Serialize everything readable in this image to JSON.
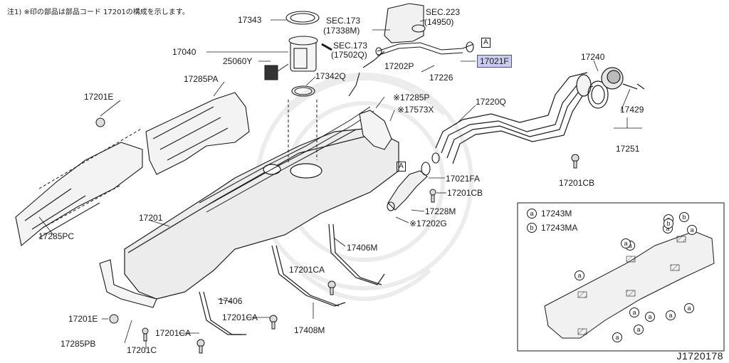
{
  "note": "注1) ※印の部品は部品コード 17201の構成を示します。",
  "diagram_id": "J1720178",
  "labels": {
    "p17343": "17343",
    "p17040": "17040",
    "p25060Y": "25060Y",
    "p17285PA": "17285PA",
    "p17201E_top": "17201E",
    "p17342Q": "17342Q",
    "sec173_a": "SEC.173",
    "sec173_a_sub": "(17338M)",
    "sec223": "SEC.223",
    "sec223_sub": "(14950)",
    "sec173_b": "SEC.173",
    "sec173_b_sub": "(17502Q)",
    "p17202P": "17202P",
    "p17226": "17226",
    "p17021F": "17021F",
    "p17240": "17240",
    "p17285P": "※17285P",
    "p17573X": "※17573X",
    "p17220Q": "17220Q",
    "p17429": "17429",
    "p17251": "17251",
    "p17021FA": "17021FA",
    "p17201CB_a": "17201CB",
    "p17201CB_b": "17201CB",
    "p17228M": "17228M",
    "p17202G": "※17202G",
    "p17201": "17201",
    "p17285PC": "17285PC",
    "p17406M": "17406M",
    "p17201CA_a": "17201CA",
    "p17406": "17406",
    "p17201CA_b": "17201CA",
    "p17408M": "17408M",
    "p17201CA_c": "17201CA",
    "p17201E_bot": "17201E",
    "p17285PB": "17285PB",
    "p17201C": "17201C",
    "box_a_1": "A",
    "box_a_2": "A"
  },
  "legend": [
    {
      "mark": "a",
      "code": "17243M"
    },
    {
      "mark": "b",
      "code": "17243MA"
    }
  ],
  "inset_marks": [
    "a",
    "b",
    "a",
    "a",
    "a",
    "b",
    "a",
    "a",
    "a",
    "a",
    "a",
    "a",
    "a",
    "a"
  ]
}
